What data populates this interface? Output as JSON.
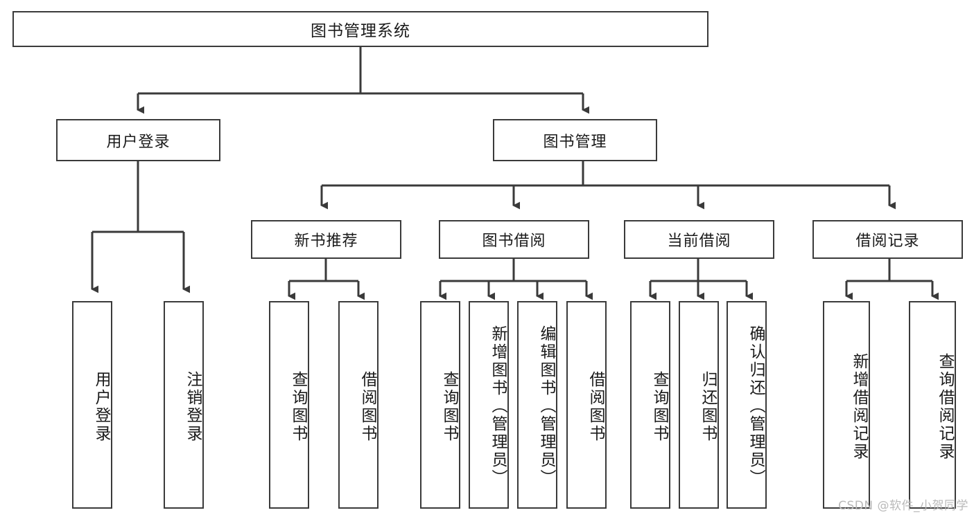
{
  "diagram": {
    "title": "图书管理系统",
    "type": "tree",
    "stroke_color": "#3a3a3a",
    "fill_color": "#ffffff",
    "text_color": "#1a1a1a"
  },
  "root": {
    "label": "图书管理系统"
  },
  "level2": [
    {
      "label": "用户登录"
    },
    {
      "label": "图书管理"
    }
  ],
  "level3": [
    {
      "label": "新书推荐"
    },
    {
      "label": "图书借阅"
    },
    {
      "label": "当前借阅"
    },
    {
      "label": "借阅记录"
    }
  ],
  "leaves": {
    "user_login": [
      {
        "label": "用户登录"
      },
      {
        "label": "注销登录"
      }
    ],
    "new_book_recommend": [
      {
        "label": "查询图书"
      },
      {
        "label": "借阅图书"
      }
    ],
    "book_borrow": [
      {
        "label": "查询图书"
      },
      {
        "label": "新增图书（管理员）"
      },
      {
        "label": "编辑图书（管理员）"
      },
      {
        "label": "借阅图书"
      }
    ],
    "current_borrow": [
      {
        "label": "查询图书"
      },
      {
        "label": "归还图书"
      },
      {
        "label": "确认归还（管理员）"
      }
    ],
    "borrow_record": [
      {
        "label": "新增借阅记录"
      },
      {
        "label": "查询借阅记录"
      }
    ]
  },
  "watermark": {
    "text": "CSDN @软件_小贺同学"
  }
}
